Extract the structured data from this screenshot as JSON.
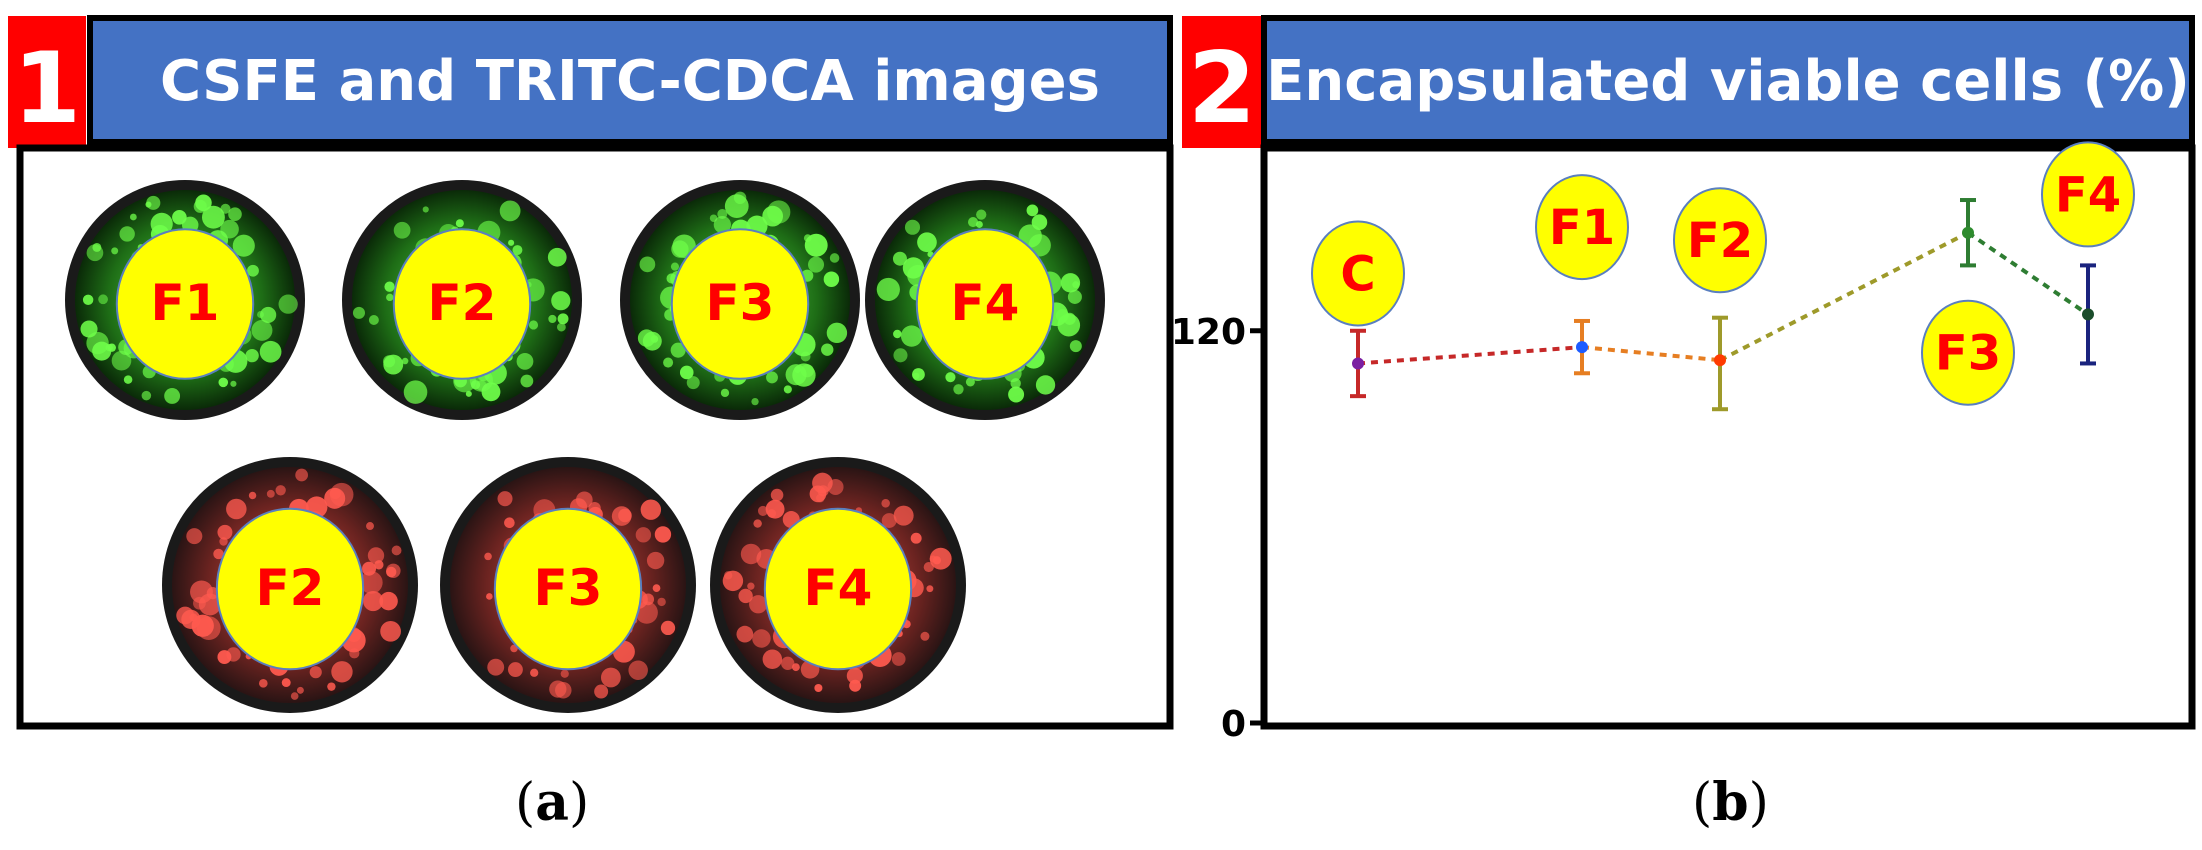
{
  "panel_a": {
    "number": "1",
    "title": "CSFE and TRITC-CDCA images",
    "green_labels": [
      "F1",
      "F2",
      "F3",
      "F4"
    ],
    "red_labels": [
      "F2",
      "F3",
      "F4"
    ],
    "caption_open": "(",
    "caption_letter": "a",
    "caption_close": ")",
    "colors": {
      "header": "#4472c4",
      "number_box": "#ff0000",
      "label_circle": "#ffff00",
      "label_text": "#ff0000"
    }
  },
  "panel_b": {
    "number": "2",
    "title": "Encapsulated viable cells (%)",
    "caption_open": "(",
    "caption_letter": "b",
    "caption_close": ")"
  },
  "chart_data": {
    "type": "scatter",
    "title": "Encapsulated viable cells (%)",
    "xlabel": "",
    "ylabel": "",
    "ylim": [
      0,
      175
    ],
    "yticks": [
      "0",
      "120"
    ],
    "grid": false,
    "legend": "none",
    "series": [
      {
        "points": [
          {
            "label": "C",
            "y": 110,
            "err_low": 100,
            "err_high": 120,
            "color": "#7b1fa2",
            "bar_color": "#c62828"
          },
          {
            "label": "F1",
            "y": 115,
            "err_low": 107,
            "err_high": 123,
            "color": "#1e5cff",
            "bar_color": "#e67e22"
          },
          {
            "label": "F2",
            "y": 111,
            "err_low": 96,
            "err_high": 124,
            "color": "#ff3b00",
            "bar_color": "#9e9a2a"
          },
          {
            "label": "F3",
            "y": 150,
            "err_low": 140,
            "err_high": 160,
            "color": "#2e8b2e",
            "bar_color": "#2e7d32"
          },
          {
            "label": "F4",
            "y": 125,
            "err_low": 110,
            "err_high": 140,
            "color": "#1b4d2b",
            "bar_color": "#1a237e"
          }
        ],
        "line_colors": [
          "#c62828",
          "#e67e22",
          "#9e9a2a",
          "#2e7d32"
        ]
      }
    ]
  }
}
